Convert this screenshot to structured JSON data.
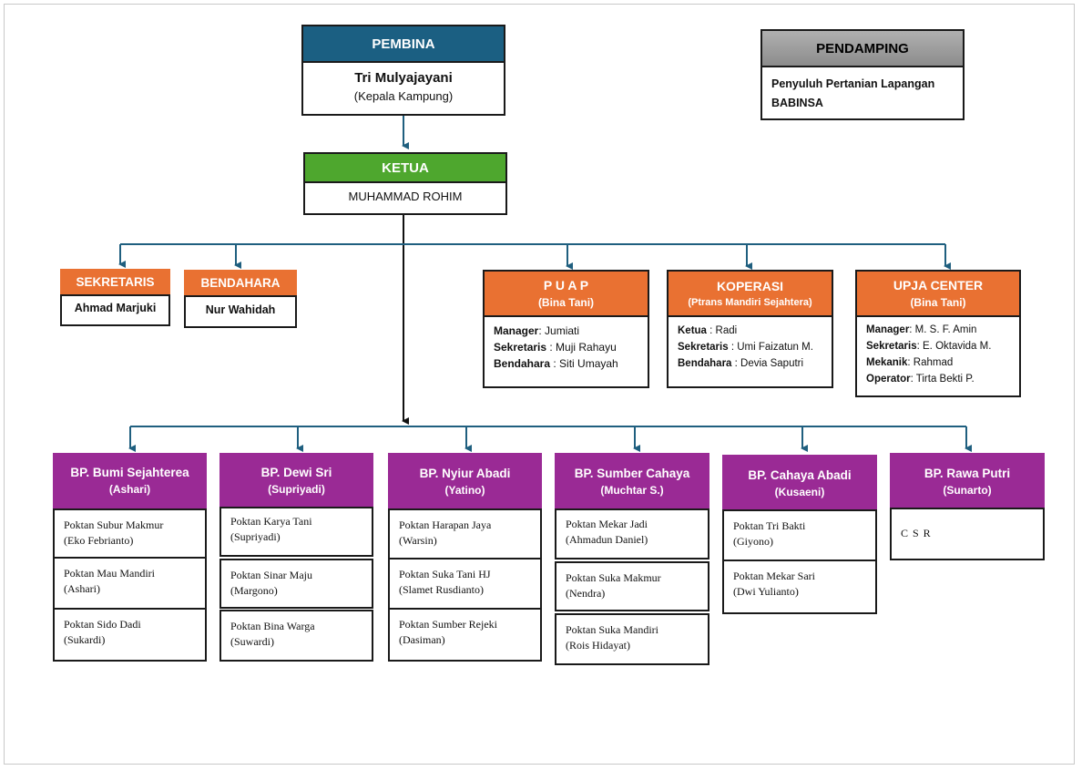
{
  "pembina": {
    "title": "PEMBINA",
    "name": "Tri Mulyajayani",
    "role": "(Kepala Kampung)"
  },
  "pendamping": {
    "title": "PENDAMPING",
    "line1": "Penyuluh Pertanian Lapangan",
    "line2": "BABINSA"
  },
  "ketua": {
    "title": "KETUA",
    "name": "MUHAMMAD ROHIM"
  },
  "sekretaris": {
    "title": "SEKRETARIS",
    "name": "Ahmad Marjuki"
  },
  "bendahara": {
    "title": "BENDAHARA",
    "name": "Nur Wahidah"
  },
  "units": [
    {
      "title": "P U A P",
      "subtitle": "(Bina Tani)",
      "rows": [
        {
          "role": "Manager",
          "name": ": Jumiati"
        },
        {
          "role": "Sekretaris",
          "name": " : Muji Rahayu"
        },
        {
          "role": "Bendahara",
          "name": " : Siti Umayah"
        }
      ]
    },
    {
      "title": "KOPERASI",
      "subtitle": "(Ptrans Mandiri Sejahtera)",
      "rows": [
        {
          "role": "Ketua",
          "name": " : Radi"
        },
        {
          "role": "Sekretaris",
          "name": " : Umi Faizatun M."
        },
        {
          "role": "Bendahara",
          "name": " : Devia Saputri"
        }
      ]
    },
    {
      "title": "UPJA CENTER",
      "subtitle": "(Bina Tani)",
      "rows": [
        {
          "role": "Manager",
          "name": ": M. S. F. Amin"
        },
        {
          "role": "Sekretaris",
          "name": ": E. Oktavida M."
        },
        {
          "role": "Mekanik",
          "name": ": Rahmad"
        },
        {
          "role": "Operator",
          "name": ": Tirta Bekti P."
        }
      ]
    }
  ],
  "groups": [
    {
      "title": "BP. Bumi Sejahterea",
      "leader": "(Ashari)",
      "items": [
        {
          "name": "Poktan Subur Makmur",
          "leader": "(Eko Febrianto)"
        },
        {
          "name": "Poktan Mau Mandiri",
          "leader": "(Ashari)"
        },
        {
          "name": "Poktan Sido Dadi",
          "leader": "(Sukardi)"
        }
      ]
    },
    {
      "title": "BP. Dewi Sri",
      "leader": "(Supriyadi)",
      "items": [
        {
          "name": "Poktan Karya Tani",
          "leader": "(Supriyadi)"
        },
        {
          "name": "Poktan Sinar Maju",
          "leader": "(Margono)"
        },
        {
          "name": "Poktan Bina Warga",
          "leader": "(Suwardi)"
        }
      ]
    },
    {
      "title": "BP. Nyiur Abadi",
      "leader": "(Yatino)",
      "items": [
        {
          "name": "Poktan Harapan Jaya",
          "leader": "(Warsin)"
        },
        {
          "name": "Poktan Suka Tani HJ",
          "leader": "(Slamet Rusdianto)"
        },
        {
          "name": "Poktan Sumber Rejeki",
          "leader": "(Dasiman)"
        }
      ]
    },
    {
      "title": "BP. Sumber Cahaya",
      "leader": "(Muchtar S.)",
      "items": [
        {
          "name": "Poktan Mekar Jadi",
          "leader": "(Ahmadun Daniel)"
        },
        {
          "name": "Poktan Suka Makmur",
          "leader": "(Nendra)"
        },
        {
          "name": "Poktan Suka Mandiri",
          "leader": "(Rois Hidayat)"
        }
      ]
    },
    {
      "title": "BP. Cahaya Abadi",
      "leader": "(Kusaeni)",
      "items": [
        {
          "name": "Poktan Tri Bakti",
          "leader": "(Giyono)"
        },
        {
          "name": "Poktan Mekar Sari",
          "leader": "(Dwi Yulianto)"
        }
      ]
    },
    {
      "title": "BP. Rawa Putri",
      "leader": "(Sunarto)",
      "items": [
        {
          "name": "C S R",
          "leader": ""
        }
      ]
    }
  ],
  "colors": {
    "pembina": "#1b5f82",
    "ketua": "#4ea72e",
    "staff": "#e97132",
    "group": "#9a2a95",
    "connector": "#1f5f7f"
  }
}
